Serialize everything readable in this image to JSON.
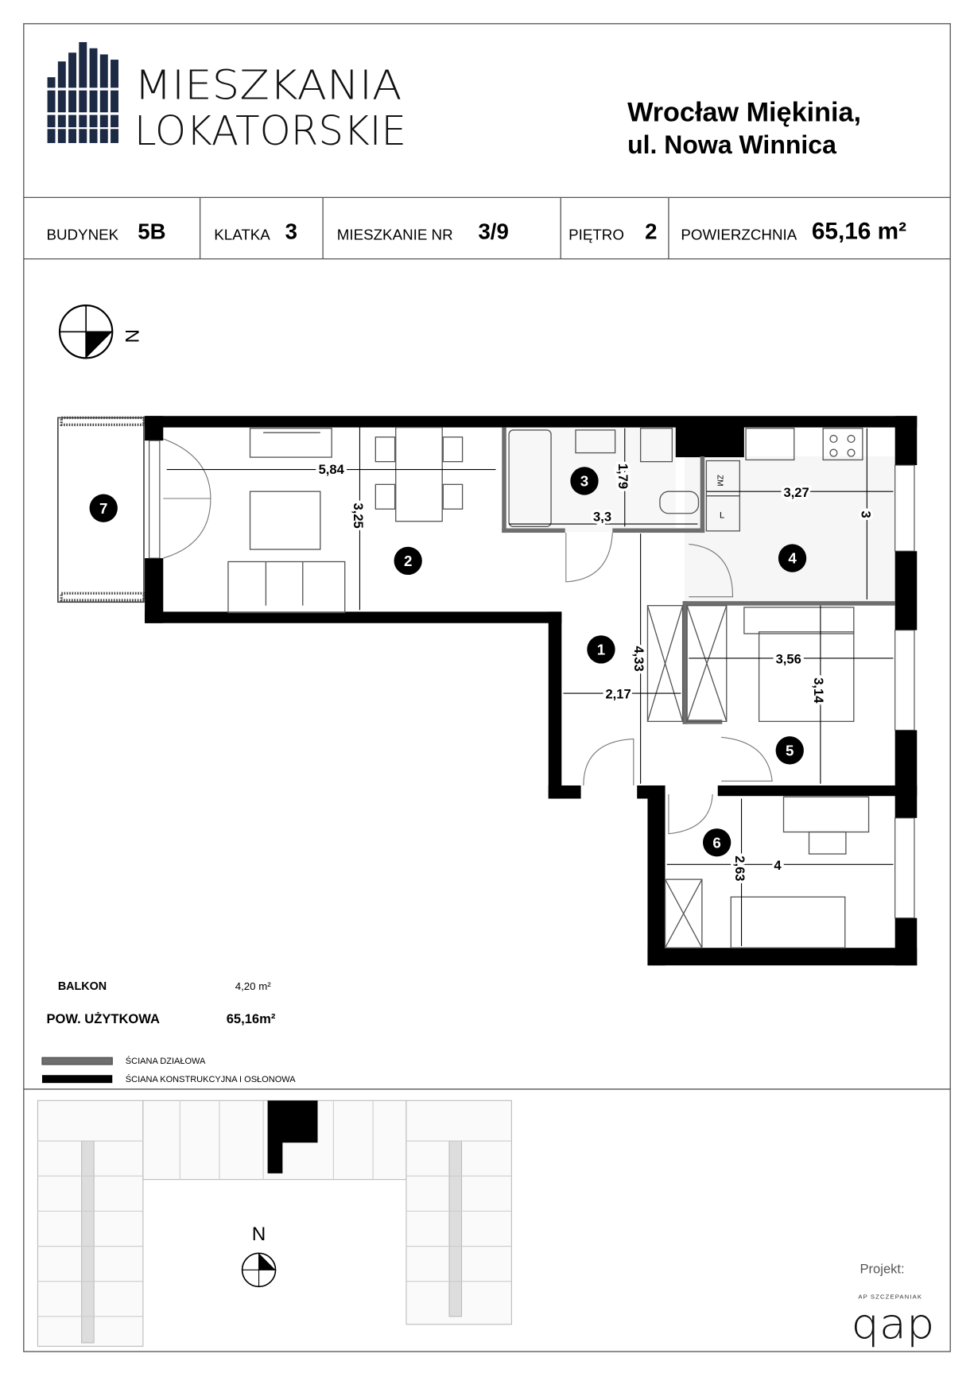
{
  "header": {
    "logo_line1": "MIESZKANIA",
    "logo_line2": "LOKATORSKIE",
    "location_line1": "Wrocław Miękinia,",
    "location_line2": "ul. Nowa Winnica"
  },
  "info": {
    "building_label": "BUDYNEK",
    "building_value": "5B",
    "stair_label": "KLATKA",
    "stair_value": "3",
    "flat_label": "MIESZKANIE NR",
    "flat_value": "3/9",
    "floor_label": "PIĘTRO",
    "floor_value": "2",
    "area_label": "POWIERZCHNIA",
    "area_value": "65,16 m²"
  },
  "compass": {
    "north_label": "N"
  },
  "plan": {
    "rooms": [
      "1",
      "2",
      "3",
      "4",
      "5",
      "6",
      "7"
    ],
    "dimensions": {
      "living_width": "5,84",
      "living_depth": "3,25",
      "bath_depth": "1,79",
      "bath_width": "3,3",
      "kitchen_width": "3,27",
      "kitchen_depth": "3",
      "hall_length": "4,33",
      "hall_width": "2,17",
      "bed5_width": "3,56",
      "bed5_depth": "3,14",
      "bed6_width": "4",
      "bed6_depth": "2,63"
    },
    "appliance_labels": {
      "washer": "ZM",
      "fridge": "L"
    }
  },
  "summary": {
    "balcony_label": "BALKON",
    "balcony_value": "4,20  m²",
    "usable_label": "POW. UŻYTKOWA",
    "usable_value": "65,16m²"
  },
  "legend": {
    "partition": "ŚCIANA DZIAŁOWA",
    "structural": "ŚCIANA KONSTRUKCYJNA I OSŁONOWA",
    "partition_color": "#6e6e6e",
    "structural_color": "#000000"
  },
  "site": {
    "north_label": "N"
  },
  "credits": {
    "project_label": "Projekt:",
    "firm": "AP SZCZEPANIAK",
    "logo_text": "qap"
  },
  "colors": {
    "logo_blue": "#1c2a44"
  }
}
